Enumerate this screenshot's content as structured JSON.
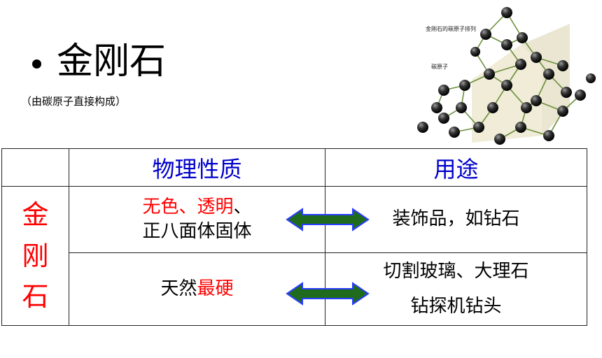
{
  "slide": {
    "title": "金刚石",
    "subtitle": "（由碳原子直接构成）"
  },
  "diagram": {
    "caption_top": "金刚石的碳原子排列",
    "caption_atom": "碳原子"
  },
  "table": {
    "header": {
      "property": "物理性质",
      "use": "用途"
    },
    "row_label": [
      "金",
      "刚",
      "石"
    ],
    "rows": [
      {
        "property_red": "无色、透明",
        "property_black_tail": "、",
        "property_line2": "正八面体固体",
        "use_lines": [
          "装饰品，如钻石"
        ]
      },
      {
        "property_prefix": "天然",
        "property_red": "最硬",
        "use_lines": [
          "切割玻璃、大理石",
          "钻探机钻头"
        ]
      }
    ]
  },
  "colors": {
    "accent_red": "#ff0000",
    "header_blue": "#0000cc",
    "arrow_green": "#1e6b1e",
    "arrow_outline": "#2a3cff"
  }
}
